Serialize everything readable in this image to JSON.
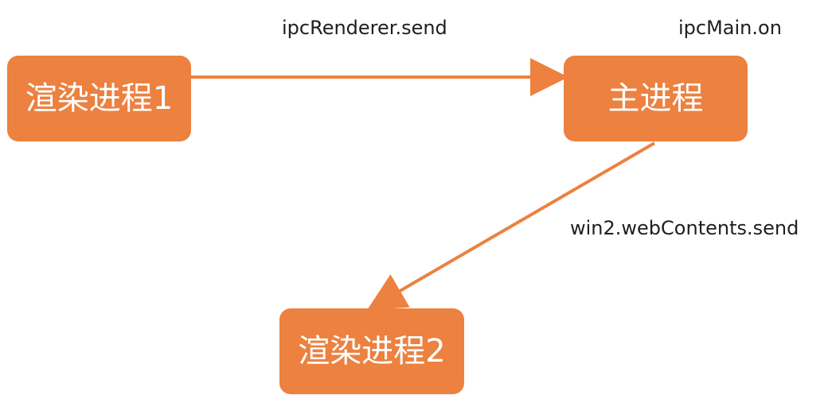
{
  "colors": {
    "node_fill": "#EC8140",
    "arrow": "#EC8140",
    "node_text": "#FFFFFF",
    "label_text": "#1F1F1F"
  },
  "nodes": {
    "renderer1": "渲染进程1",
    "main": "主进程",
    "renderer2": "渲染进程2"
  },
  "edges": {
    "renderer1_to_main": "ipcRenderer.send",
    "main_listener": "ipcMain.on",
    "main_to_renderer2": "win2.webContents.send"
  }
}
